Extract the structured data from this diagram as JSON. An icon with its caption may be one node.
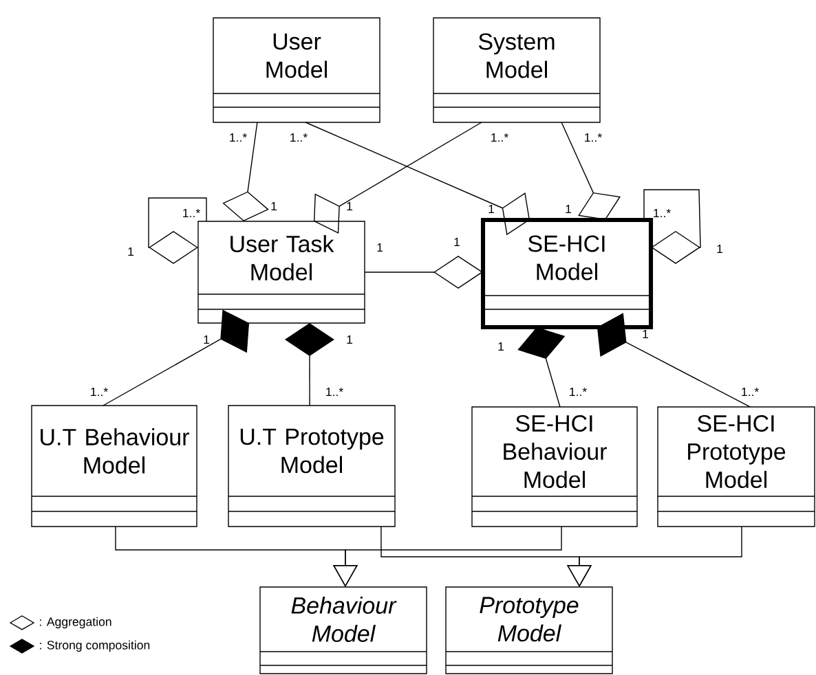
{
  "diagram": {
    "nodes": [
      {
        "text": [
          "User Model"
        ]
      },
      {
        "text": [
          "System Model"
        ]
      },
      {
        "text": [
          "User Task Model"
        ]
      },
      {
        "text": [
          "SE-HCI Model"
        ]
      },
      {
        "text": [
          "U.T Behaviour Model"
        ]
      },
      {
        "text": [
          "U.T Prototype Model"
        ]
      },
      {
        "text": [
          "SE-HCI Behaviour Model"
        ]
      },
      {
        "text": [
          "SE-HCI Prototype Model"
        ]
      },
      {
        "text": [
          "Behaviour Model"
        ]
      },
      {
        "text": [
          "Prototype Model"
        ]
      }
    ],
    "edges": [
      {
        "from": 0,
        "to": 2,
        "arrow": "other"
      },
      {
        "from": 0,
        "to": 3,
        "arrow": "other"
      },
      {
        "from": 1,
        "to": 2,
        "arrow": "other"
      },
      {
        "from": 1,
        "to": 3,
        "arrow": "other"
      },
      {
        "from": 2,
        "to": 2,
        "arrow": "other"
      },
      {
        "from": 3,
        "to": 3,
        "arrow": "other"
      },
      {
        "from": 2,
        "to": 3,
        "arrow": "other"
      },
      {
        "from": 4,
        "to": 2,
        "arrow": "other"
      },
      {
        "from": 5,
        "to": 2,
        "arrow": "other"
      },
      {
        "from": 6,
        "to": 3,
        "arrow": "other"
      },
      {
        "from": 7,
        "to": 3,
        "arrow": "other"
      },
      {
        "from": 4,
        "to": 8,
        "arrow": "to"
      },
      {
        "from": 6,
        "to": 8,
        "arrow": "to"
      },
      {
        "from": 5,
        "to": 9,
        "arrow": "to"
      },
      {
        "from": 7,
        "to": 9,
        "arrow": "to"
      }
    ],
    "labels": [
      "1..*",
      "1..*",
      "1..*",
      "1..*",
      "1..*",
      "1",
      "1",
      "1",
      "1",
      "1..*",
      "1",
      "1",
      "1",
      "1",
      "1",
      "1",
      "1",
      "1",
      "1..*",
      "1..*",
      "1..*",
      "1..*"
    ],
    "legend": [
      {
        "text": ": Aggregation"
      },
      {
        "text": ": Strong composition"
      }
    ]
  }
}
